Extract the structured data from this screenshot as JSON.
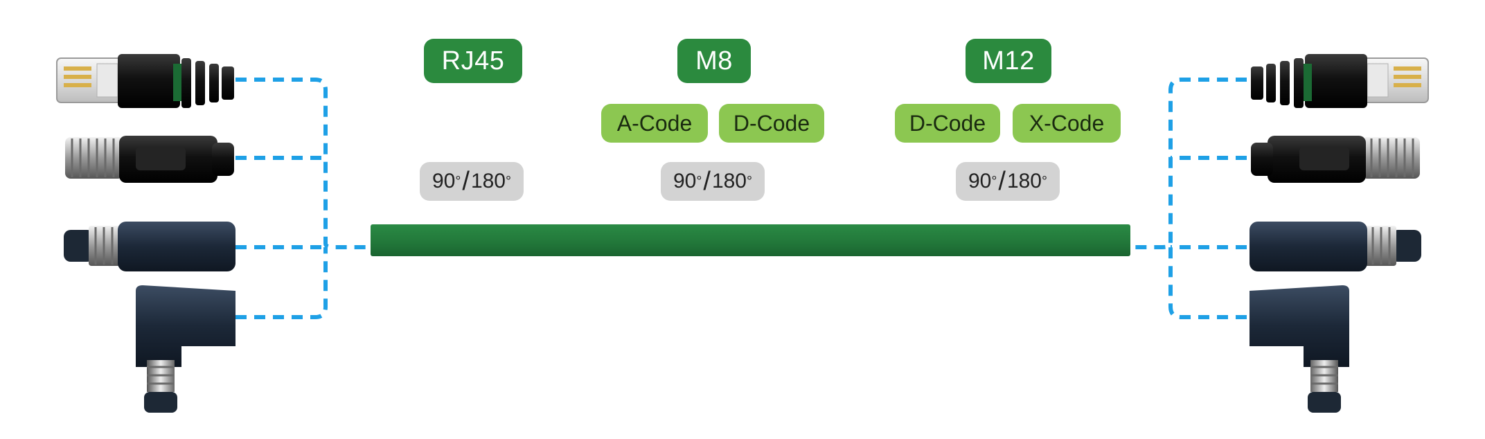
{
  "colors": {
    "cable": "#237a3b",
    "type_pill": "#2b8a3e",
    "code_pill": "#8cc751",
    "angle_pill": "#d3d3d3",
    "dashed_line": "#1ea0e6",
    "connector_dark": "#1e2a3a",
    "connector_black": "#161616"
  },
  "connector_types": [
    {
      "name": "RJ45"
    },
    {
      "name": "M8",
      "codes": [
        "A-Code",
        "D-Code"
      ]
    },
    {
      "name": "M12",
      "codes": [
        "D-Code",
        "X-Code"
      ]
    }
  ],
  "angles": [
    {
      "a": "90",
      "b": "180"
    },
    {
      "a": "90",
      "b": "180"
    },
    {
      "a": "90",
      "b": "180"
    }
  ],
  "degree_symbol": "°",
  "slash_symbol": "/",
  "icons": {
    "left": [
      "rj45-connector-icon",
      "m12-female-connector-icon",
      "m8-male-connector-icon",
      "right-angle-connector-icon"
    ],
    "right": [
      "rj45-connector-icon",
      "m12-female-connector-icon",
      "m8-male-connector-icon",
      "right-angle-connector-icon"
    ]
  }
}
